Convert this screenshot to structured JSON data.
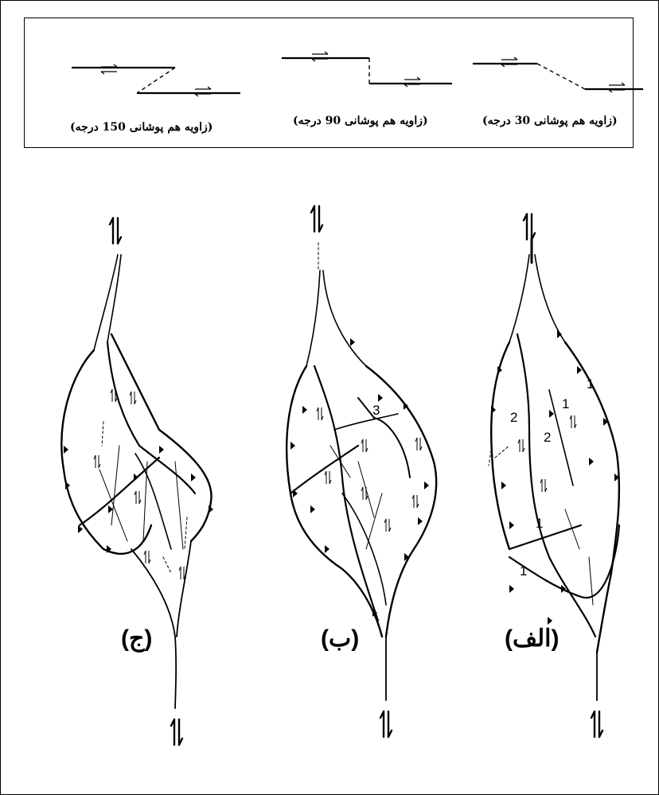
{
  "legend": {
    "captions": [
      "(زاویه هم پوشانی 150 درجه)",
      "(زاویه هم پوشانی 90 درجه)",
      "(زاویه هم پوشانی 30 درجه)"
    ]
  },
  "panels": {
    "left_label": "(ج)",
    "middle_label": "(ب)",
    "right_label": "(الف)"
  },
  "numbers": {
    "middle": [
      "3"
    ],
    "right": [
      "1",
      "1",
      "2",
      "2",
      "1",
      "1"
    ]
  },
  "colors": {
    "line": "#000000",
    "background": "#ffffff"
  }
}
